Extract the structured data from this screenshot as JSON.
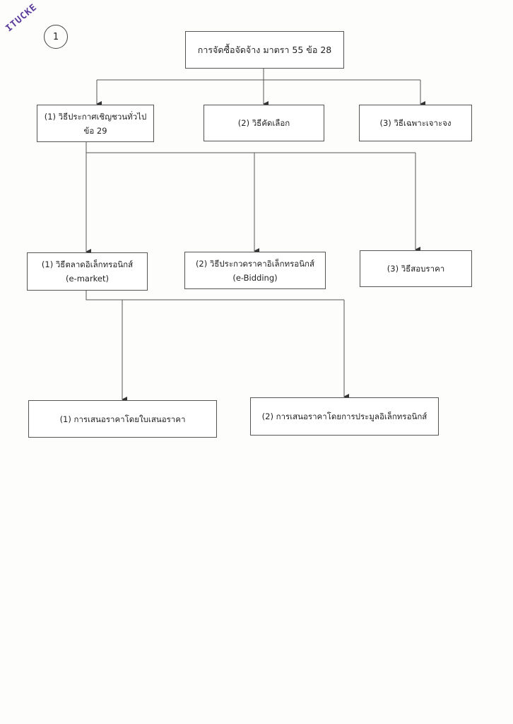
{
  "stamp": "ITUCKE",
  "page_number": "1",
  "root": {
    "label": "การจัดซื้อจัดจ้าง มาตรา 55 ข้อ 28"
  },
  "level1": [
    {
      "line1": "(1) วิธีประกาศเชิญชวนทั่วไป",
      "line2": "ข้อ 29"
    },
    {
      "line1": "(2) วิธีคัดเลือก"
    },
    {
      "line1": "(3) วิธีเฉพาะเจาะจง"
    }
  ],
  "level2": [
    {
      "line1": "(1) วิธีตลาดอิเล็กทรอนิกส์",
      "line2": "(e-market)"
    },
    {
      "line1": "(2) วิธีประกวดราคาอิเล็กทรอนิกส์",
      "line2": "(e-Bidding)"
    },
    {
      "line1": "(3) วิธีสอบราคา"
    }
  ],
  "level3": [
    {
      "line1": "(1) การเสนอราคาโดยใบเสนอราคา"
    },
    {
      "line1": "(2) การเสนอราคาโดยการประมูลอิเล็กทรอนิกส์"
    }
  ]
}
